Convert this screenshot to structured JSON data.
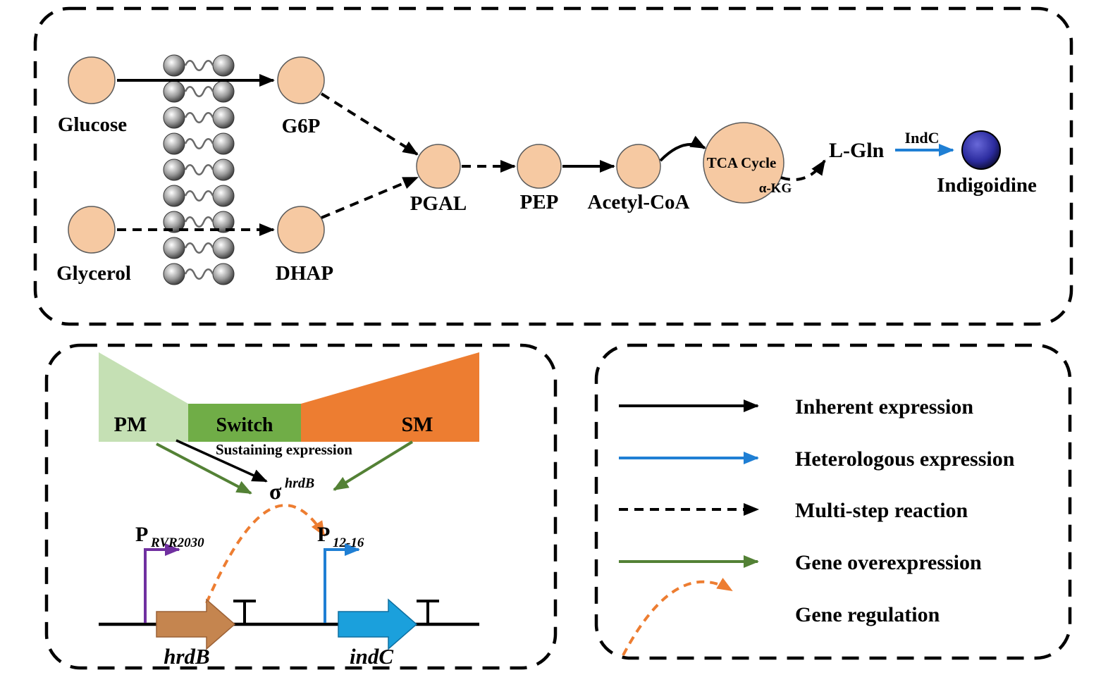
{
  "top_panel": {
    "labels": {
      "glucose": "Glucose",
      "g6p": "G6P",
      "glycerol": "Glycerol",
      "dhap": "DHAP",
      "pgal": "PGAL",
      "pep": "PEP",
      "acetyl_coa": "Acetyl-CoA",
      "tca_cycle": "TCA Cycle",
      "alpha_kg": "α-KG",
      "l_gln": "L-Gln",
      "indc_enzyme": "IndC",
      "indigoidine": "Indigoidine"
    }
  },
  "circuit_panel": {
    "pm_label": "PM",
    "switch_label": "Switch",
    "sm_label": "SM",
    "sustaining_label": "Sustaining expression",
    "sigma_base": "σ",
    "sigma_sup": "hrdB",
    "promoter_hrdB_base": "P",
    "promoter_hrdB_sub": "RVR2030",
    "promoter_indC_base": "P",
    "promoter_indC_sub": "12-16",
    "gene_hrdB": "hrdB",
    "gene_indC": "indC"
  },
  "legend": {
    "items": [
      {
        "label": "Inherent expression",
        "style": "solid-black-arrow"
      },
      {
        "label": "Heterologous expression",
        "style": "solid-blue-arrow"
      },
      {
        "label": "Multi-step reaction",
        "style": "dashed-black-arrow"
      },
      {
        "label": "Gene overexpression",
        "style": "solid-green-arrow"
      },
      {
        "label": "Gene regulation",
        "style": "dashed-orange-curved-arrow"
      }
    ]
  },
  "colors": {
    "metabolite_fill": "#F6C9A2",
    "tca_fill": "#F6C9A2",
    "tca_text": "#FF0000",
    "alpha_kg_text": "#7030A0",
    "heterologous_blue": "#1F7FD4",
    "overexpression_green": "#538135",
    "regulation_orange": "#ED7D31",
    "promoter_hrdB_purple": "#7030A0",
    "promoter_indC_blue": "#1F7FD4",
    "gene_hrdB_fill": "#C5854F",
    "gene_indC_fill": "#1BA0DC",
    "pm_fill": "#C5E0B4",
    "switch_fill": "#70AD47",
    "sm_fill": "#ED7D31",
    "sigma_text": "#ED7D31",
    "indigoidine_fill": "#2B2B9E"
  }
}
